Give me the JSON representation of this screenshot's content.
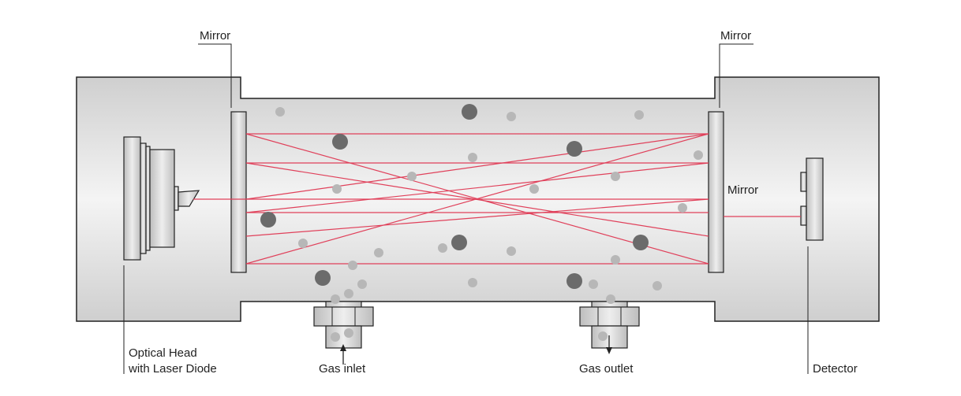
{
  "labels": {
    "mirror_left": "Mirror",
    "mirror_right": "Mirror",
    "mirror_right_inner": "Mirror",
    "optical_head_line1": "Optical Head",
    "optical_head_line2": "with Laser Diode",
    "gas_inlet": "Gas inlet",
    "gas_outlet": "Gas outlet",
    "detector": "Detector"
  },
  "colors": {
    "laser": "#e0405a",
    "particle_dark": "#6b6b6b",
    "particle_light": "#b7b7b7",
    "outline": "#222222"
  }
}
